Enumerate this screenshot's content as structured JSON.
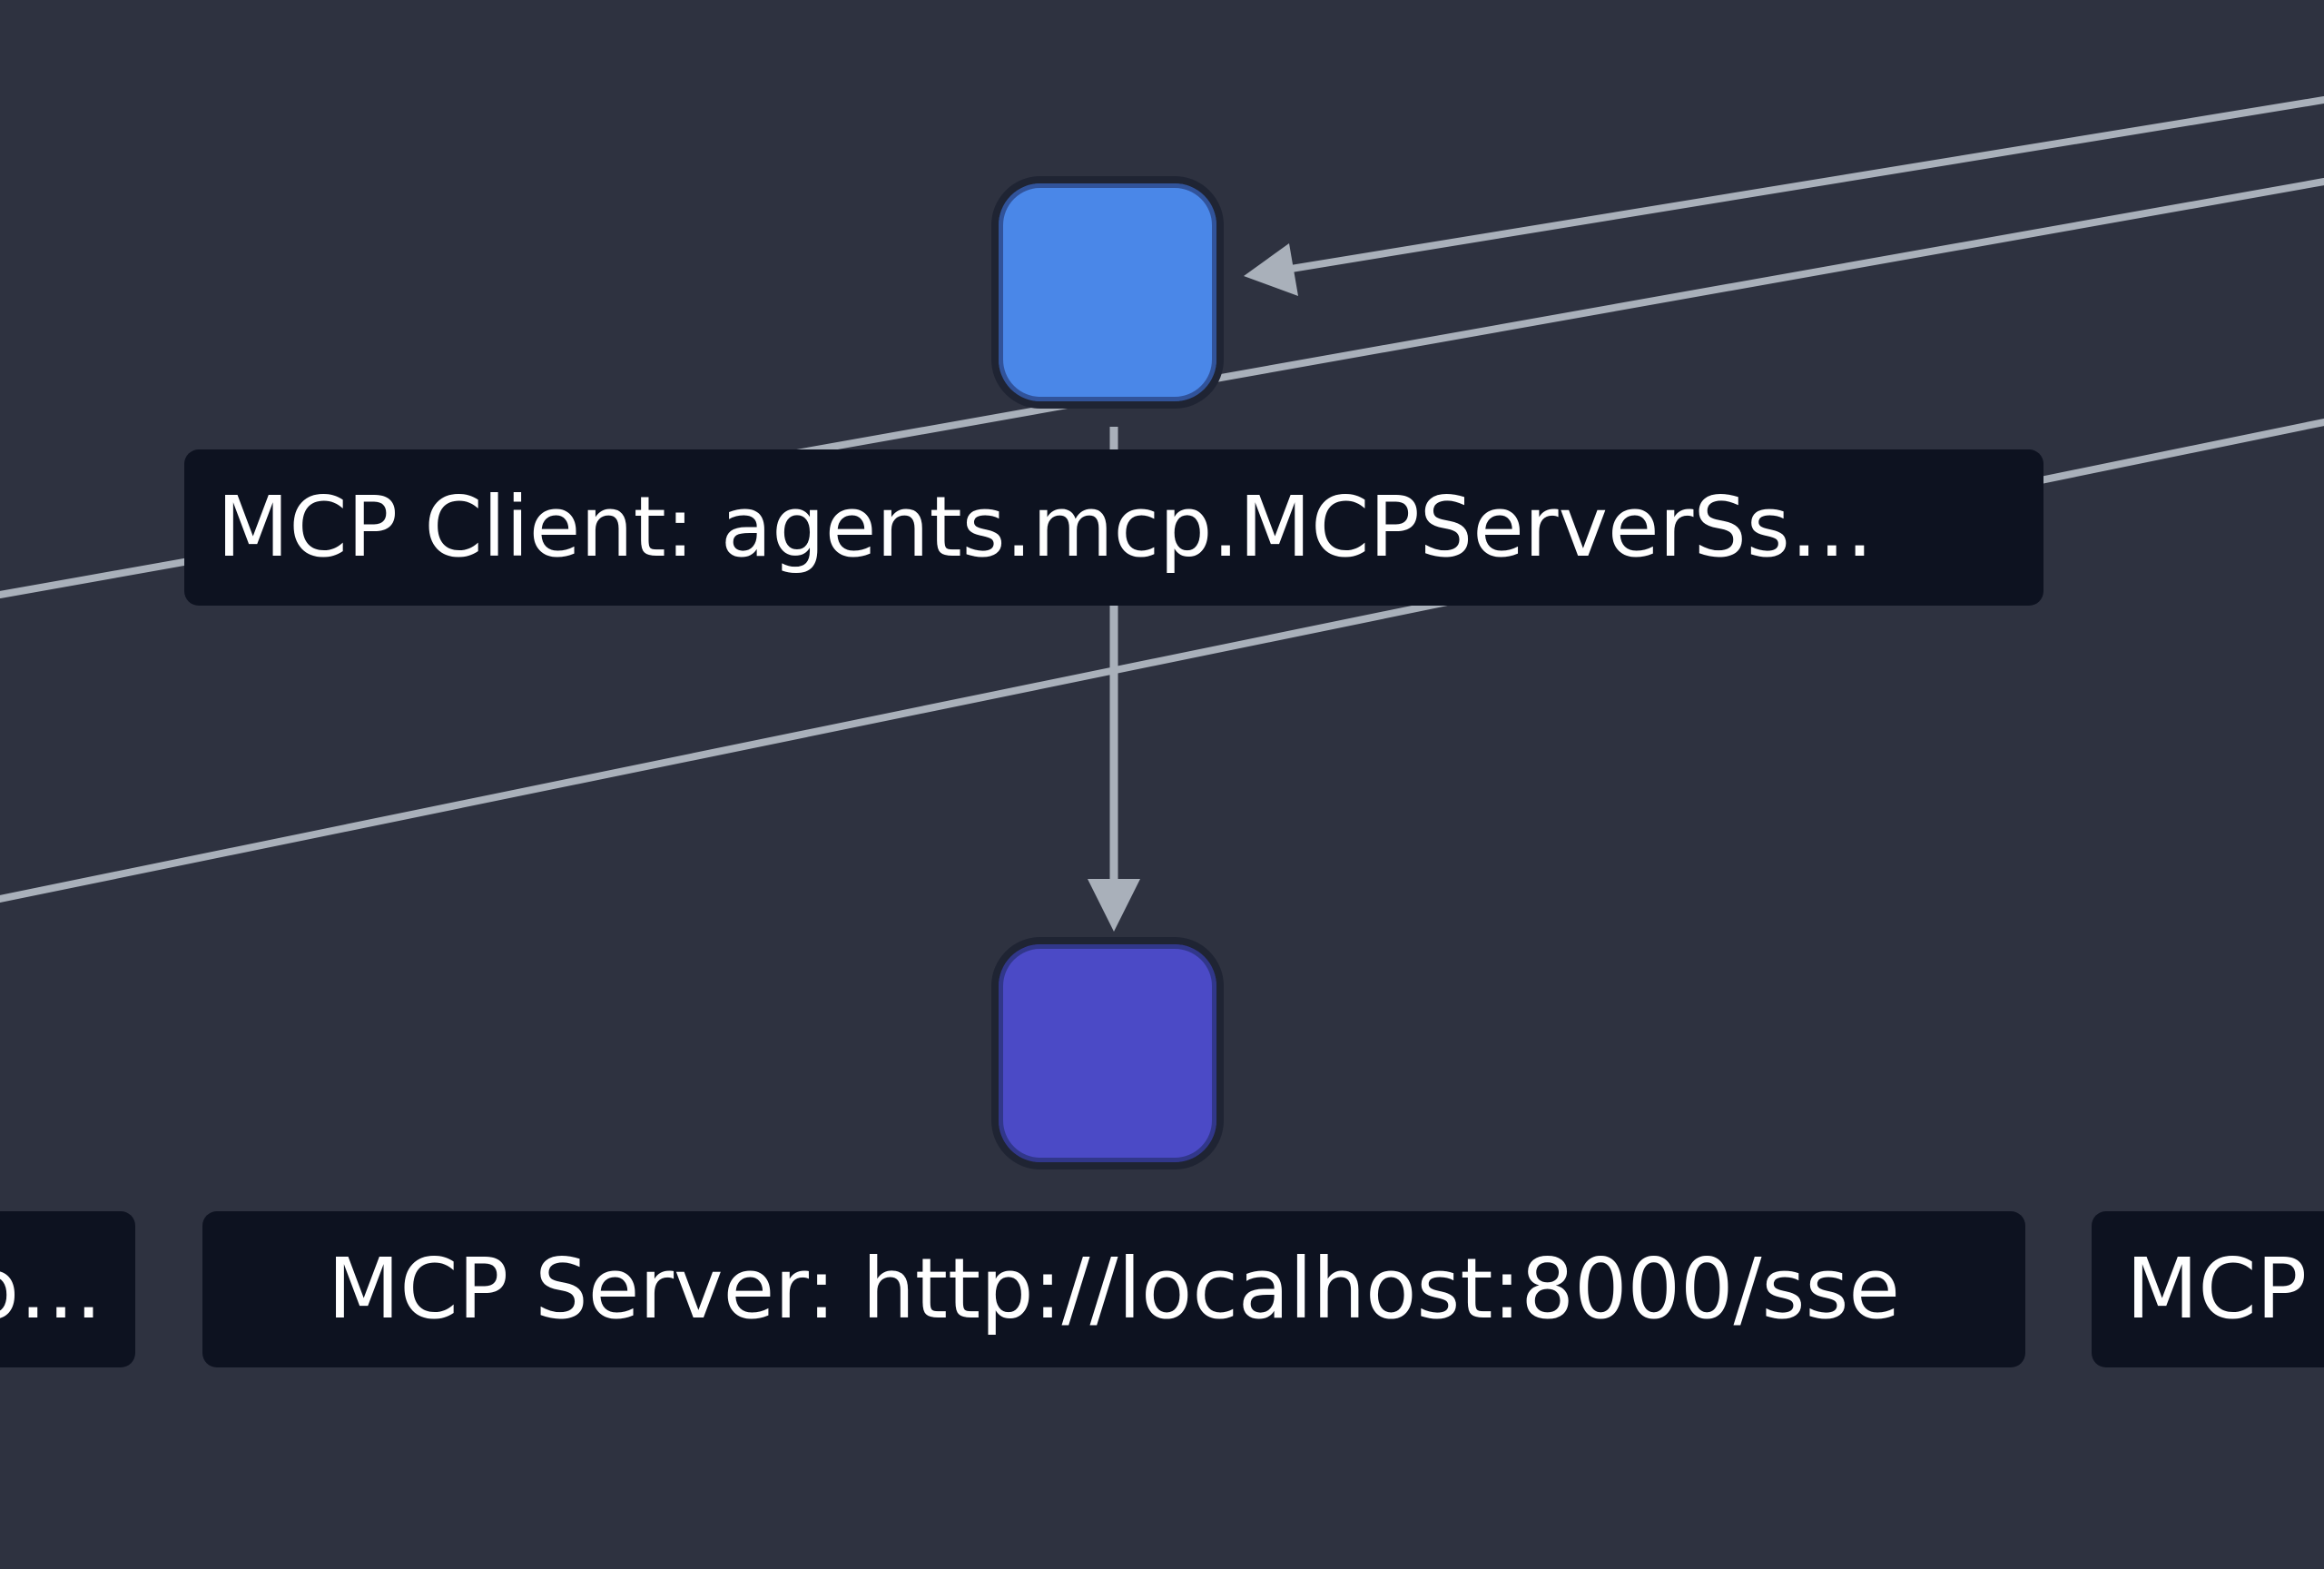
{
  "diagram": {
    "background": "#2e3240",
    "edge_color": "#a9b0ba",
    "nodes": [
      {
        "id": "client",
        "color": "#4a87e8",
        "label": "MCP Client: agents.mcp.MCPServerSs…"
      },
      {
        "id": "server",
        "color": "#4b4ac6",
        "label": "MCP Server: http://localhost:8000/sse"
      }
    ],
    "partial_labels": {
      "left": "o…",
      "right": "MCP"
    },
    "edges": [
      {
        "from": "offscreen-right",
        "to": "client",
        "arrow": true
      },
      {
        "from": "client",
        "to": "server",
        "arrow": true
      },
      {
        "from": "offscreen-left",
        "to": "offscreen-right",
        "arrow": false
      },
      {
        "from": "offscreen-left",
        "to": "offscreen-right",
        "arrow": false
      }
    ]
  }
}
